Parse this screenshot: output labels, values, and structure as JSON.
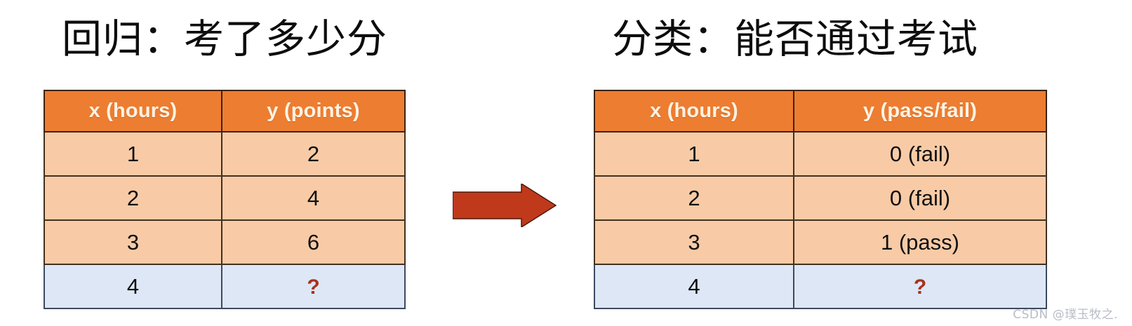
{
  "page": {
    "background_color": "#ffffff",
    "watermark": "CSDN @璞玉牧之."
  },
  "palette": {
    "header_orange": "#ED7D31",
    "body_peach": "#F8CBA6",
    "highlight_blue": "#DEE7F5",
    "arrow_red": "#C0391B",
    "question_red": "#A8311C",
    "title_black": "#0D0D0D"
  },
  "panels": [
    {
      "id": "regression",
      "title": "回归：考了多少分",
      "table": {
        "columns": [
          "x (hours)",
          "y (points)"
        ],
        "rows": [
          {
            "x": "1",
            "y": "2",
            "highlight": false
          },
          {
            "x": "2",
            "y": "4",
            "highlight": false
          },
          {
            "x": "3",
            "y": "6",
            "highlight": false
          },
          {
            "x": "4",
            "y": "?",
            "highlight": true
          }
        ]
      }
    },
    {
      "id": "classification",
      "title": "分类：能否通过考试",
      "table": {
        "columns": [
          "x (hours)",
          "y (pass/fail)"
        ],
        "rows": [
          {
            "x": "1",
            "y": "0 (fail)",
            "highlight": false
          },
          {
            "x": "2",
            "y": "0 (fail)",
            "highlight": false
          },
          {
            "x": "3",
            "y": "1 (pass)",
            "highlight": false
          },
          {
            "x": "4",
            "y": "?",
            "highlight": true
          }
        ]
      }
    }
  ],
  "arrow": {
    "direction": "right",
    "color": "#C0391B",
    "label": ""
  }
}
